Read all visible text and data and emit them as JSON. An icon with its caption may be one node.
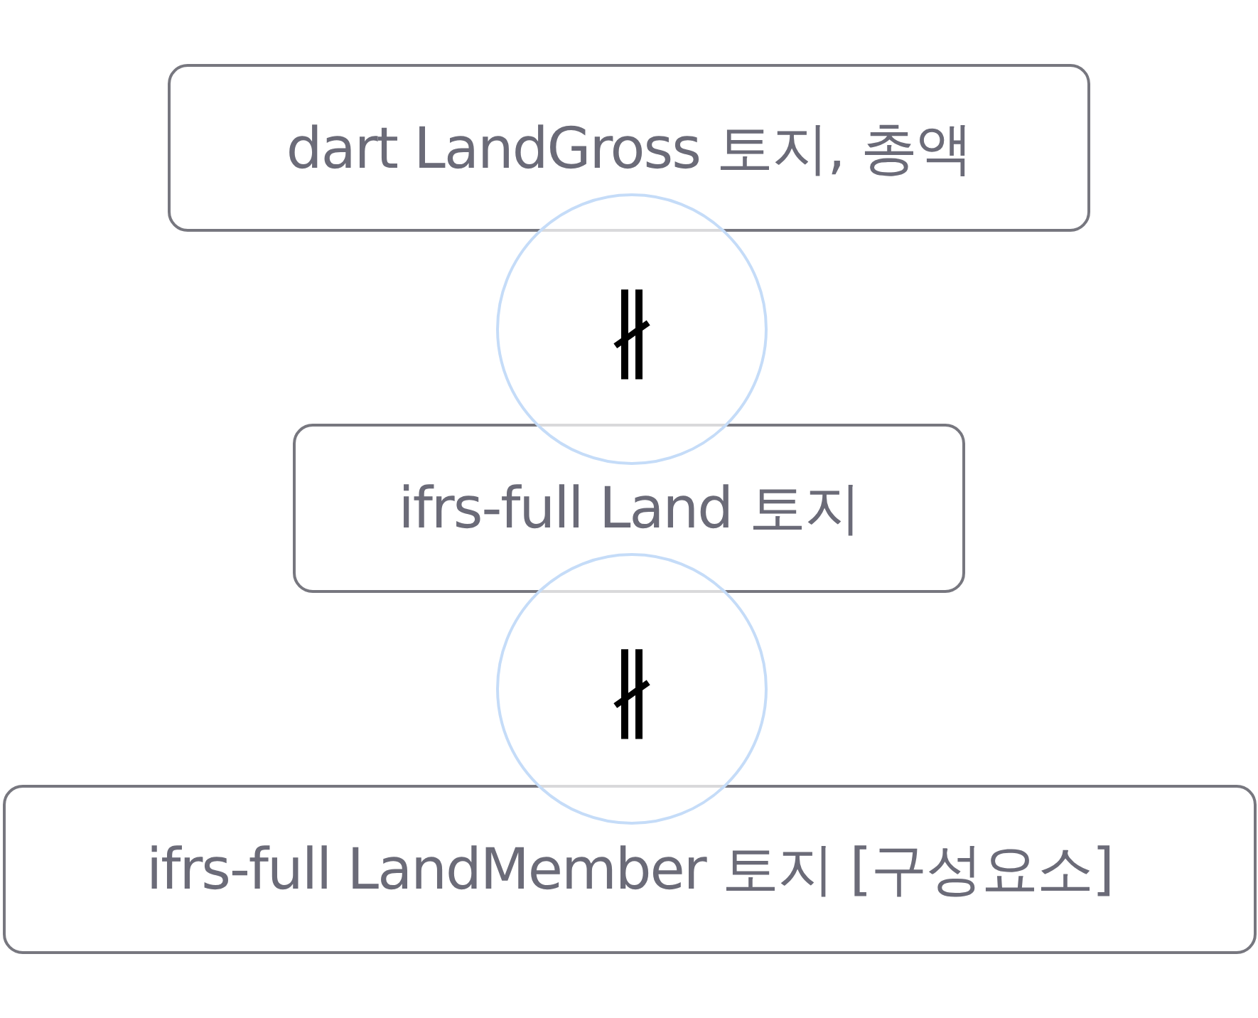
{
  "diagram": {
    "nodes": [
      {
        "text": [
          "dart LandGross 토지, 총액"
        ]
      },
      {
        "text": [
          "∦"
        ]
      },
      {
        "text": [
          "ifrs-full Land 토지"
        ]
      },
      {
        "text": [
          "∦"
        ]
      },
      {
        "text": [
          "ifrs-full LandMember 토지 [구성요소]"
        ]
      }
    ]
  }
}
